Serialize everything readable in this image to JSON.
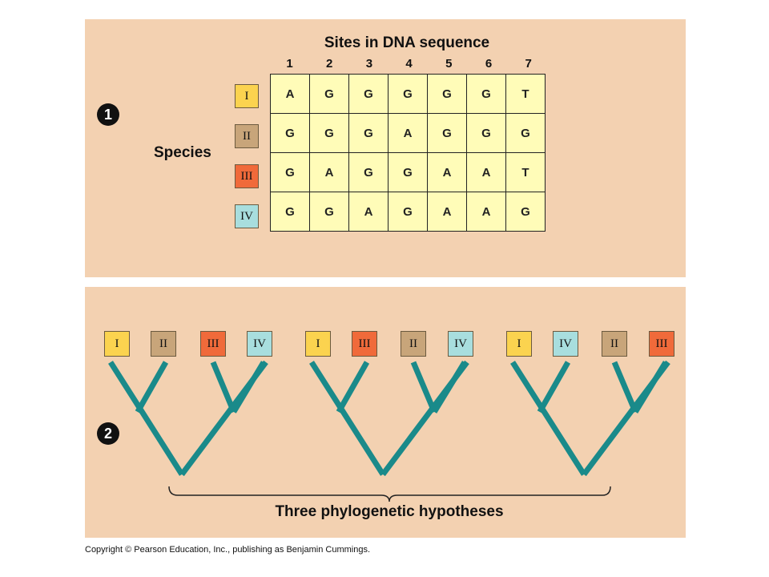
{
  "panel1": {
    "step_marker": "1",
    "title": "Sites in DNA sequence",
    "species_label": "Species",
    "site_numbers": [
      "1",
      "2",
      "3",
      "4",
      "5",
      "6",
      "7"
    ],
    "rows": [
      {
        "species": "I",
        "color": "#fbd34f",
        "bases": [
          "A",
          "G",
          "G",
          "G",
          "G",
          "G",
          "T"
        ]
      },
      {
        "species": "II",
        "color": "#c8a57a",
        "bases": [
          "G",
          "G",
          "G",
          "A",
          "G",
          "G",
          "G"
        ]
      },
      {
        "species": "III",
        "color": "#f06a3a",
        "bases": [
          "G",
          "A",
          "G",
          "G",
          "A",
          "A",
          "T"
        ]
      },
      {
        "species": "IV",
        "color": "#a8dede",
        "bases": [
          "G",
          "G",
          "A",
          "G",
          "A",
          "A",
          "G"
        ]
      }
    ]
  },
  "panel2": {
    "step_marker": "2",
    "caption": "Three phylogenetic hypotheses",
    "tree_color": "#1a8a8a",
    "trees": [
      {
        "leaves": [
          "I",
          "II",
          "III",
          "IV"
        ]
      },
      {
        "leaves": [
          "I",
          "III",
          "II",
          "IV"
        ]
      },
      {
        "leaves": [
          "I",
          "IV",
          "II",
          "III"
        ]
      }
    ]
  },
  "species_colors": {
    "I": "#fbd34f",
    "II": "#c8a57a",
    "III": "#f06a3a",
    "IV": "#a8dede"
  },
  "copyright": "Copyright © Pearson Education, Inc., publishing as Benjamin Cummings."
}
